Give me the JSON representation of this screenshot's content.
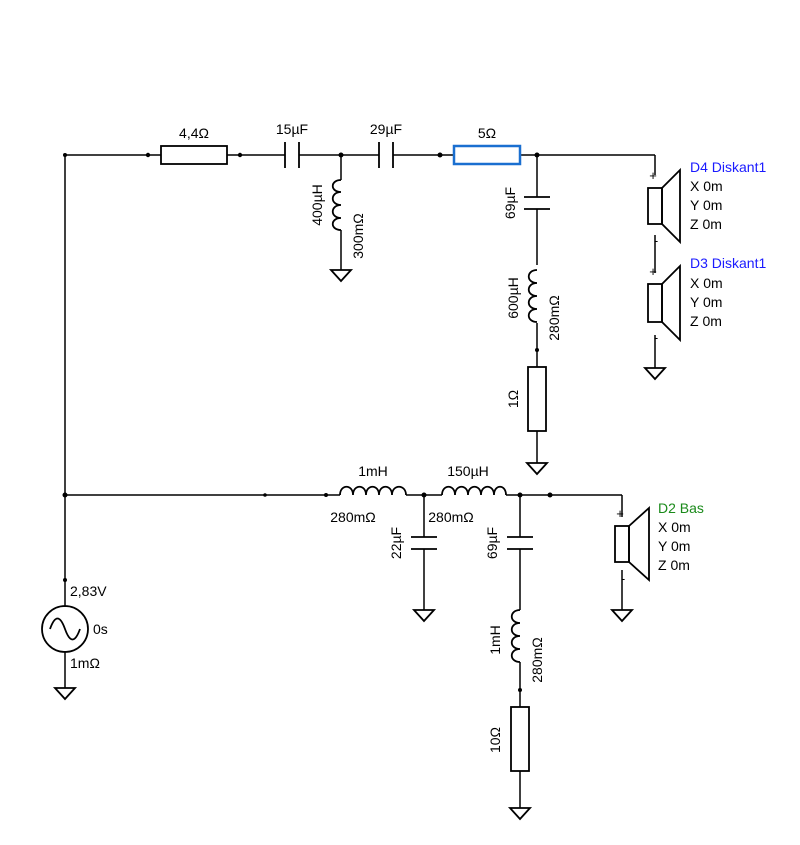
{
  "components": {
    "r1": {
      "value": "4,4Ω"
    },
    "c1": {
      "value": "15µF"
    },
    "c2": {
      "value": "29µF"
    },
    "r2": {
      "value": "5Ω"
    },
    "l1": {
      "value": "400µH",
      "resistance": "300mΩ"
    },
    "c3": {
      "value": "69µF"
    },
    "l2": {
      "value": "600µH",
      "resistance": "280mΩ"
    },
    "r3": {
      "value": "1Ω"
    },
    "l3": {
      "value": "1mH",
      "resistance": "280mΩ"
    },
    "l4": {
      "value": "150µH",
      "resistance": "280mΩ"
    },
    "c4": {
      "value": "22µF"
    },
    "c5": {
      "value": "69µF"
    },
    "l5": {
      "value": "1mH",
      "resistance": "280mΩ"
    },
    "r4": {
      "value": "10Ω"
    },
    "source": {
      "voltage": "2,83V",
      "delay": "0s",
      "resistance": "1mΩ"
    }
  },
  "speakers": {
    "d4": {
      "name": "D4 Diskant1",
      "x": "X 0m",
      "y": "Y 0m",
      "z": "Z 0m",
      "color": "#1a1aff"
    },
    "d3": {
      "name": "D3 Diskant1",
      "x": "X 0m",
      "y": "Y 0m",
      "z": "Z 0m",
      "color": "#1a1aff"
    },
    "d2": {
      "name": "D2 Bas",
      "x": "X 0m",
      "y": "Y 0m",
      "z": "Z 0m",
      "color": "#1a8a1a"
    }
  },
  "polarity": {
    "plus": "+",
    "minus": "-"
  }
}
